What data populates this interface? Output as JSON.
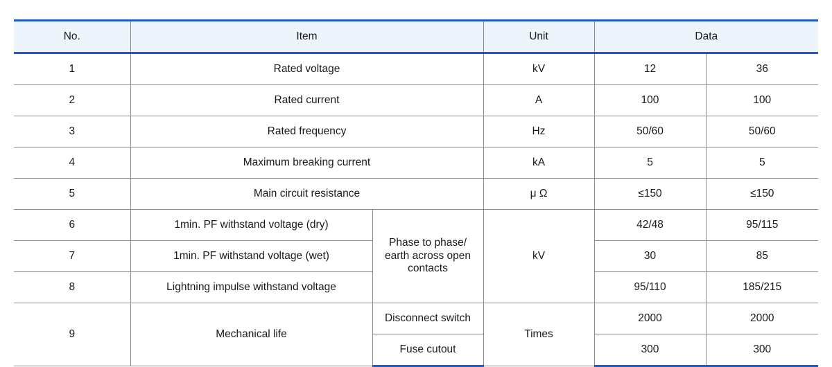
{
  "table": {
    "headers": {
      "no": "No.",
      "item": "Item",
      "unit": "Unit",
      "data": "Data"
    },
    "rows": [
      {
        "no": "1",
        "item": "Rated voltage",
        "unit": "kV",
        "d1": "12",
        "d2": "36"
      },
      {
        "no": "2",
        "item": "Rated current",
        "unit": "A",
        "d1": "100",
        "d2": "100"
      },
      {
        "no": "3",
        "item": "Rated frequency",
        "unit": "Hz",
        "d1": "50/60",
        "d2": "50/60"
      },
      {
        "no": "4",
        "item": "Maximum breaking current",
        "unit": "kA",
        "d1": "5",
        "d2": "5"
      },
      {
        "no": "5",
        "item": "Main circuit resistance",
        "unit": "μ Ω",
        "d1": "≤150",
        "d2": "≤150"
      }
    ],
    "withstand_group": {
      "sub_label": "Phase to phase/ earth across open contacts",
      "unit": "kV",
      "rows": [
        {
          "no": "6",
          "item": "1min. PF withstand voltage (dry)",
          "d1": "42/48",
          "d2": "95/115"
        },
        {
          "no": "7",
          "item": "1min. PF withstand voltage (wet)",
          "d1": "30",
          "d2": "85"
        },
        {
          "no": "8",
          "item": "Lightning impulse withstand voltage",
          "d1": "95/110",
          "d2": "185/215"
        }
      ]
    },
    "mechanical_life": {
      "no": "9",
      "item": "Mechanical life",
      "unit": "Times",
      "rows": [
        {
          "sub": "Disconnect switch",
          "d1": "2000",
          "d2": "2000"
        },
        {
          "sub": "Fuse cutout",
          "d1": "300",
          "d2": "300"
        }
      ]
    }
  },
  "colors": {
    "accent_rule": "#1f5bc4",
    "grid_line": "#8a8a8a",
    "row_tint": "#eef4fc",
    "row_plain": "#ffffff",
    "text": "#1a1a1a"
  }
}
